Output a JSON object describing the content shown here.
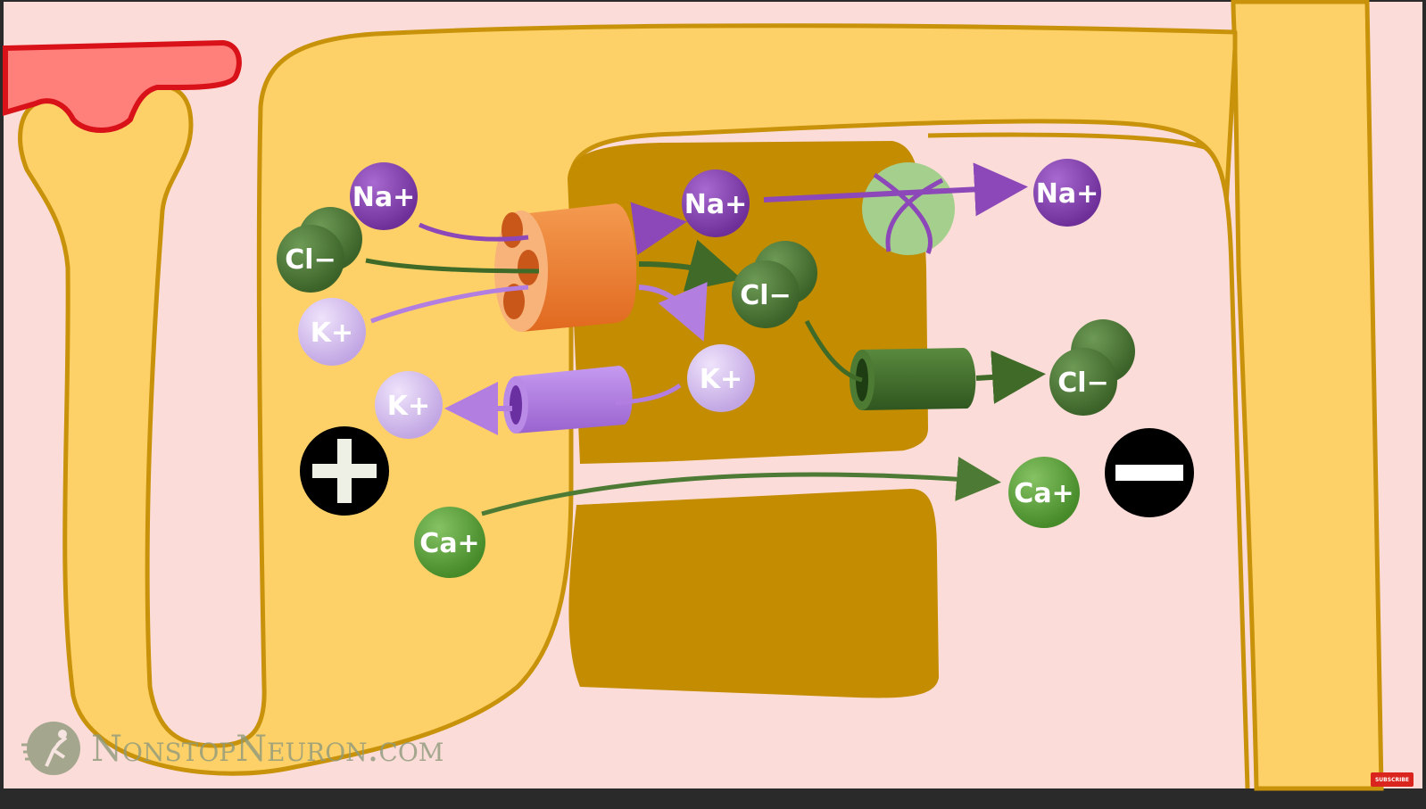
{
  "ions": {
    "na_left": "Na+",
    "na_mid": "Na+",
    "na_right": "Na+",
    "cl_left": "Cl−",
    "cl_mid": "Cl−",
    "cl_right": "Cl−",
    "k_upper_left": "K+",
    "k_lower_left": "K+",
    "k_mid": "K+",
    "ca_left": "Ca+",
    "ca_right": "Ca+"
  },
  "signs": {
    "positive": "+",
    "negative": "−"
  },
  "watermark": {
    "text": "NonstopNeuron.com"
  },
  "subscribe": {
    "label": "SUBSCRIBE"
  },
  "colors": {
    "background": "#fbdcd8",
    "neuron_fill": "#fdd168",
    "neuron_outline": "#c8920a",
    "lumen": "#c48c00",
    "sodium": "#8c47b8",
    "chloride": "#4d7a34",
    "potassium_light": "#d7c3ef",
    "calcium": "#5e9e3c",
    "cotransporter": "#f0802e",
    "k_channel": "#b27ee0",
    "cl_channel": "#3e6a2a",
    "pump": "#9fcb8a",
    "subscribe": "#d9251d"
  }
}
